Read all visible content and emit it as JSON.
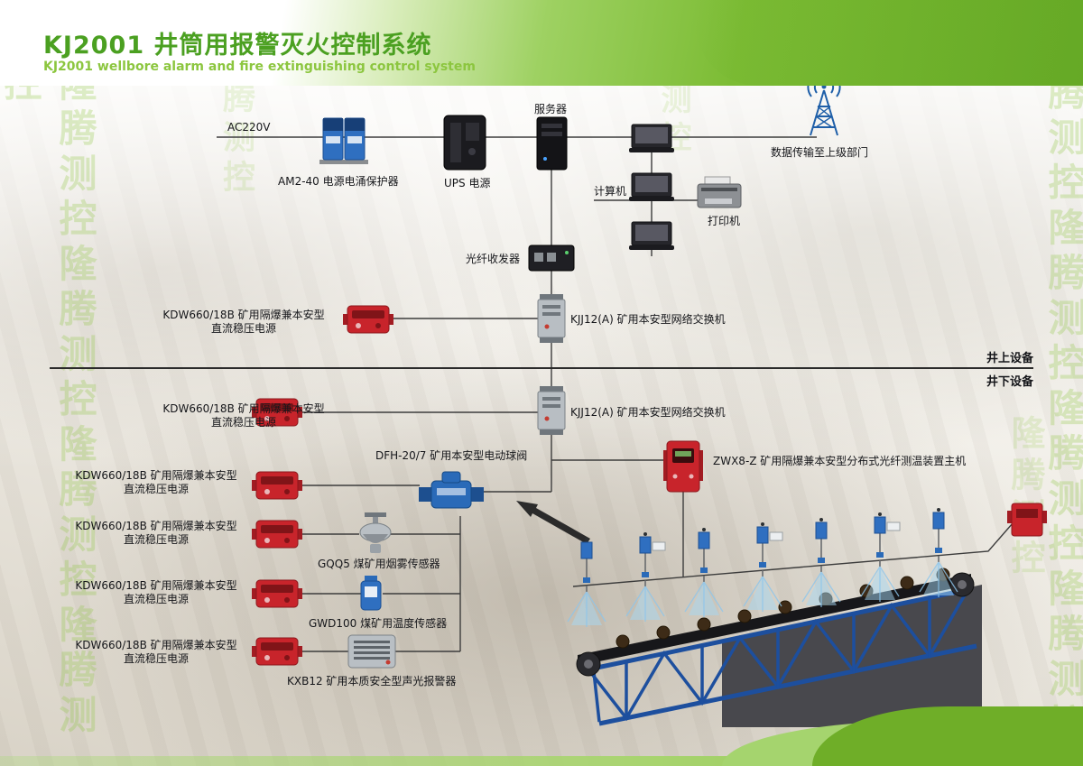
{
  "header": {
    "title": "KJ2001 井筒用报警灭火控制系统",
    "subtitle": "KJ2001 wellbore alarm and fire extinguishing control system"
  },
  "watermark": "隆腾测控",
  "watermark_column": "隆腾测控隆腾测控隆腾测控隆腾测控",
  "zones": {
    "above": "井上设备",
    "below": "井下设备"
  },
  "labels": {
    "ac220v": "AC220V",
    "surge": "AM2-40 电源电涌保护器",
    "ups": "UPS 电源",
    "server": "服务器",
    "transmit": "数据传输至上级部门",
    "computer": "计算机",
    "printer": "打印机",
    "fiber": "光纤收发器",
    "kdw_line1": "KDW660/18B 矿用隔爆兼本安型",
    "kdw_line2": "直流稳压电源",
    "switch": "KJJ12(A) 矿用本安型网络交换机",
    "valve": "DFH-20/7 矿用本安型电动球阀",
    "zwx": "ZWX8-Z 矿用隔爆兼本安型分布式光纤测温装置主机",
    "gqq5": "GQQ5 煤矿用烟雾传感器",
    "gwd100": "GWD100 煤矿用温度传感器",
    "kxb12": "KXB12 矿用本质安全型声光报警器"
  },
  "colors": {
    "brand_green": "#76b82a",
    "device_red": "#c8242b",
    "device_blue": "#2a6ab8",
    "water_blue": "#9fd2f0",
    "line": "#3c3c3c"
  }
}
